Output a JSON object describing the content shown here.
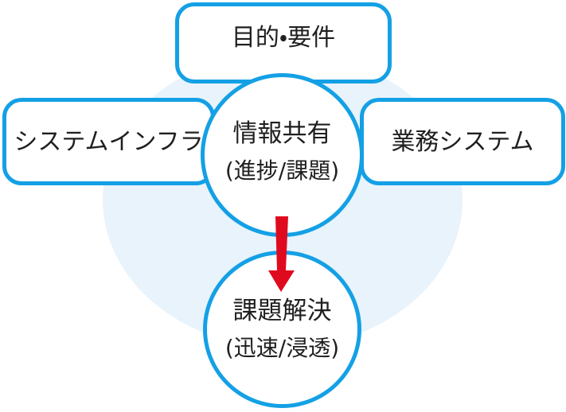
{
  "diagram": {
    "nodes": {
      "purpose_box": {
        "label": "目的・要件"
      },
      "infra_box": {
        "label": "システムインフラ"
      },
      "business_box": {
        "label": "業務システム"
      },
      "info_sharing_circle": {
        "title": "情報共有",
        "subtitle": "(進捗/課題)"
      },
      "problem_solving_circle": {
        "title": "課題解決",
        "subtitle": "(迅速/浸透)"
      }
    },
    "colors": {
      "border_blue": "#14a0e5",
      "background_circle_blue": "#e8f3fb",
      "arrow_red": "#e00a1e",
      "text": "#1f1f1f"
    }
  }
}
